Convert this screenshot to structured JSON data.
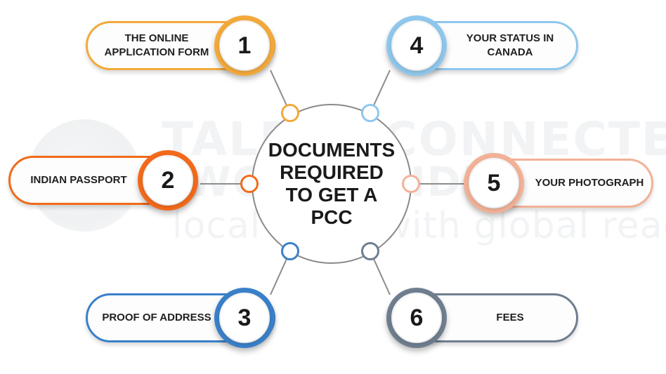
{
  "diagram": {
    "center_title": "DOCUMENTS REQUIRED TO GET A PCC",
    "items": [
      {
        "number": "1",
        "label": "THE ONLINE APPLICATION FORM",
        "color": "#f2a93b"
      },
      {
        "number": "2",
        "label": "INDIAN PASSPORT",
        "color": "#f26a1b"
      },
      {
        "number": "3",
        "label": "PROOF OF ADDRESS",
        "color": "#3a80c9"
      },
      {
        "number": "4",
        "label": "YOUR STATUS IN CANADA",
        "color": "#8fc7ec"
      },
      {
        "number": "5",
        "label": "YOUR PHOTOGRAPH",
        "color": "#f2b197"
      },
      {
        "number": "6",
        "label": "FEES",
        "color": "#6f7e8f"
      }
    ]
  },
  "watermark": {
    "line1": "TALENT CONNECTED",
    "line2": "WORLDWIDE",
    "line3": "local roots with global reach"
  }
}
